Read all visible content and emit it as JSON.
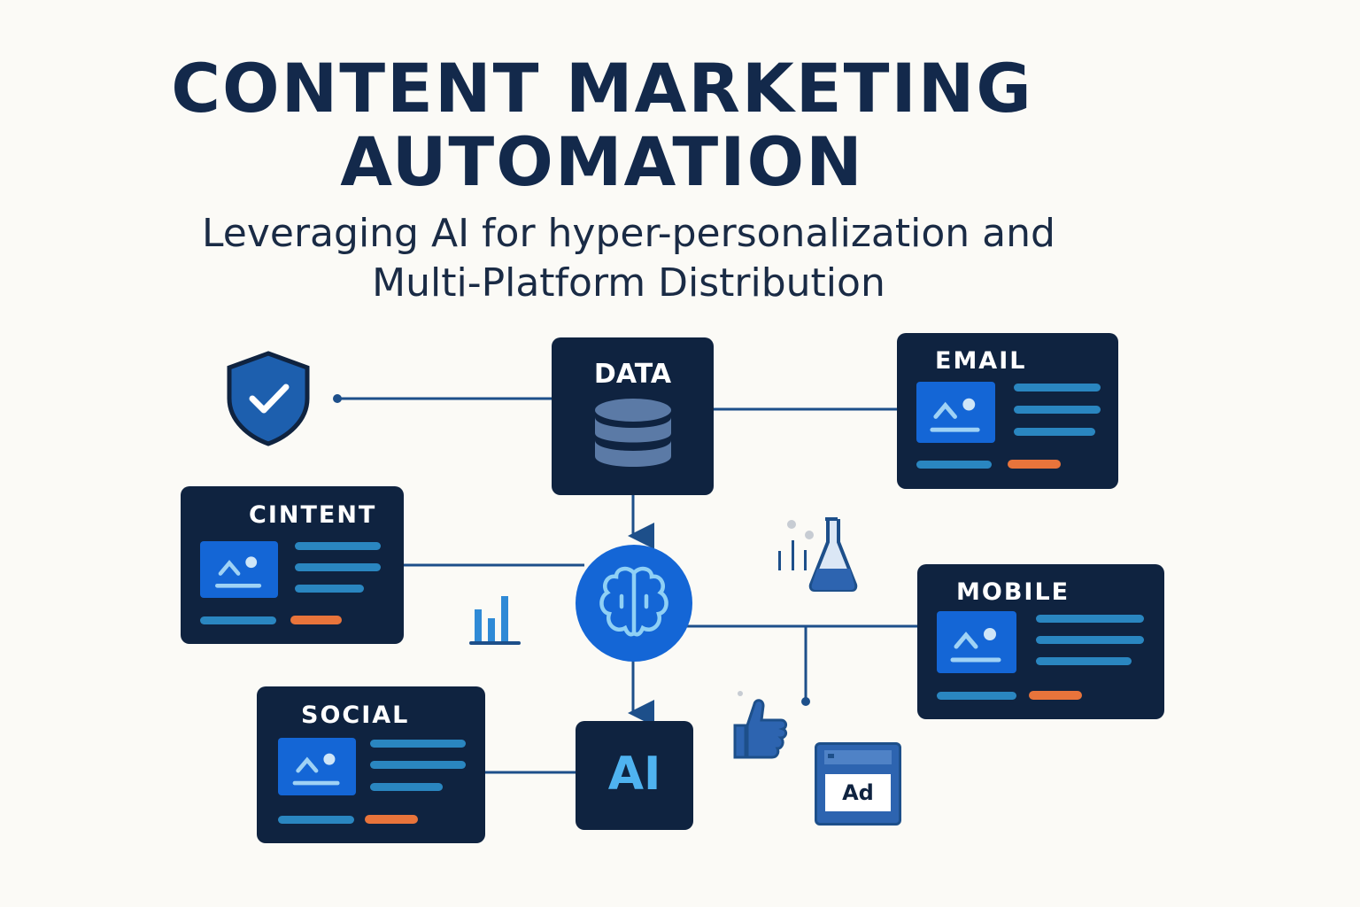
{
  "title": {
    "line1": "CONTENT MARKETING",
    "line2": "AUTOMATION"
  },
  "subtitle": {
    "line1": "Leveraging AI for hyper-personalization and",
    "line2": "Multi-Platform Distribution"
  },
  "nodes": {
    "data": "DATA",
    "email": "EMAIL",
    "content": "CINTENT",
    "mobile": "MOBILE",
    "social": "SOCIAL",
    "ai": "AI"
  },
  "icons": {
    "ad_label": "Ad"
  },
  "colors": {
    "navy": "#0f2340",
    "blue": "#1466d6",
    "accent": "#2a86c0",
    "orange": "#e8743b",
    "ai_text": "#4fb3f0"
  }
}
